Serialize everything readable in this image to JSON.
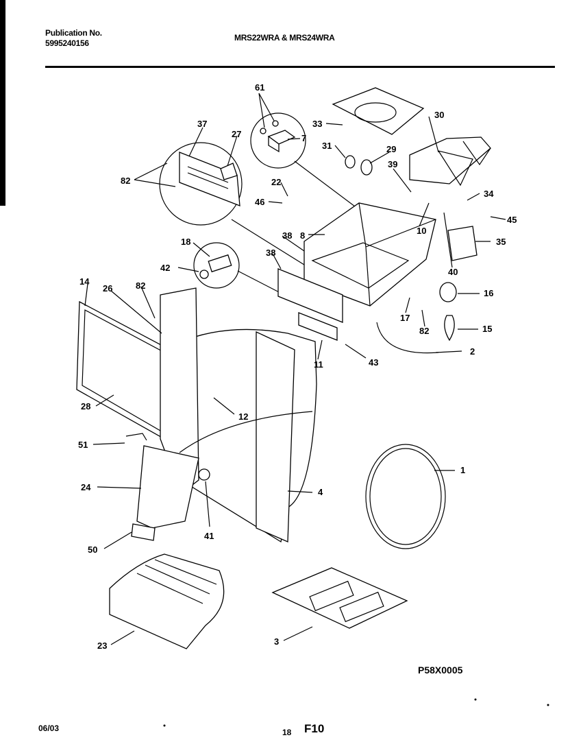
{
  "header": {
    "publication_label": "Publication No.",
    "publication_number": "5995240156",
    "models": "MRS22WRA & MRS24WRA"
  },
  "diagram": {
    "part_labels": [
      "61",
      "33",
      "30",
      "37",
      "27",
      "7",
      "31",
      "29",
      "39",
      "82",
      "22",
      "46",
      "34",
      "45",
      "8",
      "38",
      "10",
      "35",
      "18",
      "42",
      "38",
      "40",
      "14",
      "26",
      "82",
      "16",
      "17",
      "15",
      "82",
      "11",
      "43",
      "2",
      "28",
      "12",
      "51",
      "1",
      "24",
      "4",
      "41",
      "50",
      "23",
      "3"
    ],
    "code": "P58X0005"
  },
  "footer": {
    "date": "06/03",
    "page": "18",
    "section": "F10"
  }
}
